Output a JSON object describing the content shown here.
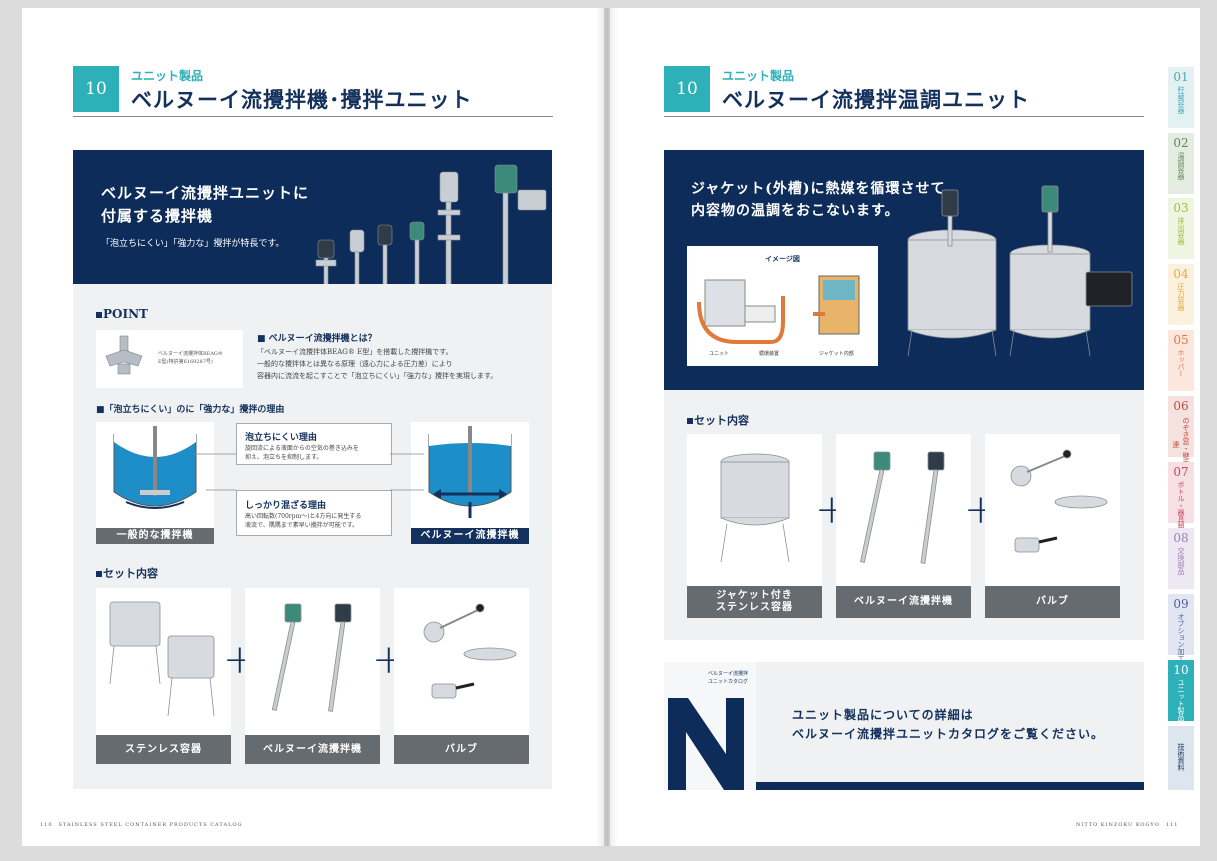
{
  "left": {
    "section_num": "10",
    "supertitle": "ユニット製品",
    "title": "ベルヌーイ流攪拌機･攪拌ユニット",
    "banner_heading_1": "ベルヌーイ流攪拌ユニットに",
    "banner_heading_2": "付属する攪拌機",
    "banner_sub": "「泡立ちにくい」「強力な」攪拌が特長です。",
    "point_label": "POINT",
    "point_caption_1": "ベルヌーイ流攪拌体BEAG®",
    "point_caption_2": "E型(特許第6169287号)",
    "what_heading": "■ ベルヌーイ流攪拌機とは？",
    "what_line_1": "「ベルヌーイ流攪拌体BEAG® E型」を搭載した攪拌機です。",
    "what_line_2": "一般的な攪拌体とは異なる原理（遠心力による圧力差）により",
    "what_line_3": "容器内に流流を起こすことで「泡立ちにくい」「強力な」攪拌を実現します。",
    "reason_heading": "■「泡立ちにくい」のに「強力な」攪拌の理由",
    "reason1_title": "泡立ちにくい理由",
    "reason1_line_1": "旋回流による液面からの空気の巻き込みを",
    "reason1_line_2": "抑え、泡立ちを抑制します。",
    "reason2_title": "しっかり混ざる理由",
    "reason2_line_1": "高い回転数(700rpm～)と4方向に発生する",
    "reason2_line_2": "液流で、隅隅まで素早い攪拌が可能です。",
    "label_general": "一般的な攪拌機",
    "label_bernoulli": "ベルヌーイ流攪拌機",
    "set_heading": "セット内容",
    "set_items": [
      "ステンレス容器",
      "ベルヌーイ流攪拌機",
      "バルブ"
    ],
    "footer": "110　STAINLESS STEEL CONTAINER PRODUCTS CATALOG"
  },
  "right": {
    "section_num": "10",
    "supertitle": "ユニット製品",
    "title": "ベルヌーイ流攪拌温調ユニット",
    "banner_heading_1": "ジャケット(外槽)に熱媒を循環させて",
    "banner_heading_2": "内容物の温調をおこないます。",
    "image_title": "イメージ図",
    "image_labels": [
      "ユニット",
      "循環装置",
      "ジャケット内部"
    ],
    "set_heading": "セット内容",
    "set_items": [
      "ジャケット付き\nステンレス容器",
      "ベルヌーイ流攪拌機",
      "バルブ"
    ],
    "set_item_1a": "ジャケット付き",
    "set_item_1b": "ステンレス容器",
    "catalog_line_1": "ベルヌーイ流攪拌",
    "catalog_line_2": "ユニットカタログ",
    "cta_line_1": "ユニット製品についての詳細は",
    "cta_line_2": "ベルヌーイ流攪拌ユニットカタログをご覧ください。",
    "footer": "NITTO KINZOKU KOGYO　111"
  },
  "tabs": [
    {
      "num": "01",
      "text": "貯蔵容器",
      "color": "#4aa9b8",
      "bg": "#e4f1f3"
    },
    {
      "num": "02",
      "text": "温調容器",
      "color": "#5e8a55",
      "bg": "#e5ede3"
    },
    {
      "num": "03",
      "text": "排出容器",
      "color": "#9dbe3f",
      "bg": "#eff5e1"
    },
    {
      "num": "04",
      "text": "圧力容器",
      "color": "#e8a93a",
      "bg": "#fbf1df"
    },
    {
      "num": "05",
      "text": "ホッパー",
      "color": "#e5743d",
      "bg": "#fbe7de"
    },
    {
      "num": "06",
      "text": "のぞき窓・継手関連",
      "color": "#c24a3e",
      "bg": "#f5e1df"
    },
    {
      "num": "07",
      "text": "ボトル・器具類",
      "color": "#c8475f",
      "bg": "#f6e0e4"
    },
    {
      "num": "08",
      "text": "交換部品",
      "color": "#9c7fb3",
      "bg": "#eee8f3"
    },
    {
      "num": "09",
      "text": "オプション加工",
      "color": "#4b5fa0",
      "bg": "#e3e6f1"
    },
    {
      "num": "10",
      "text": "ユニット製品",
      "color": "#ffffff",
      "bg": "#2db0b8"
    },
    {
      "num": "",
      "text": "技術資料",
      "color": "#13315c",
      "bg": "#dde6ee"
    }
  ]
}
